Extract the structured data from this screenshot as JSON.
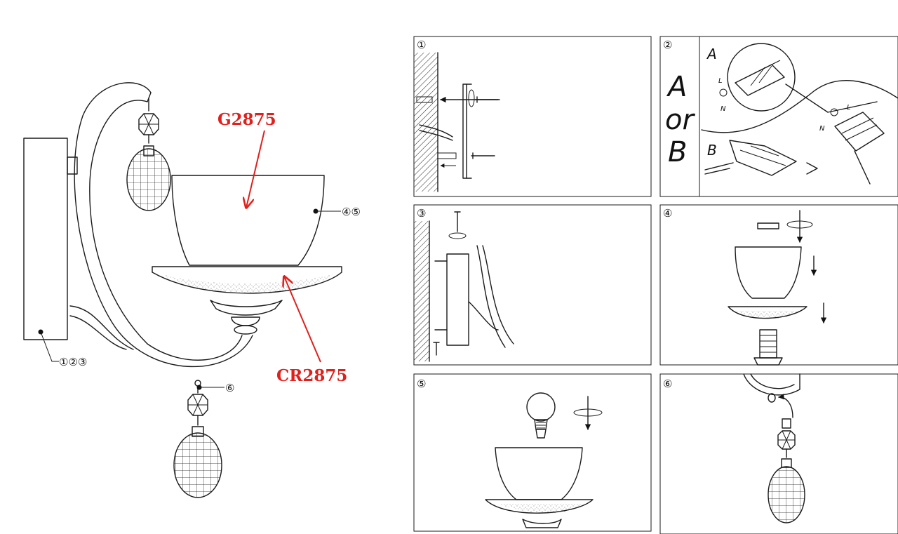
{
  "models": {
    "shade": "G2875",
    "base_dish": "CR2875"
  },
  "callouts": {
    "wall_plate": "①②③",
    "shade": "④⑤",
    "pendant": "⑥"
  },
  "steps": [
    {
      "number": "①"
    },
    {
      "number": "②",
      "option_a": "A",
      "or": "or",
      "option_b": "B",
      "wire_live": "L",
      "wire_neutral": "N"
    },
    {
      "number": "③"
    },
    {
      "number": "④"
    },
    {
      "number": "⑤"
    },
    {
      "number": "⑥"
    }
  ],
  "colors": {
    "accent": "#e0201c",
    "line": "#1a1a1a"
  }
}
